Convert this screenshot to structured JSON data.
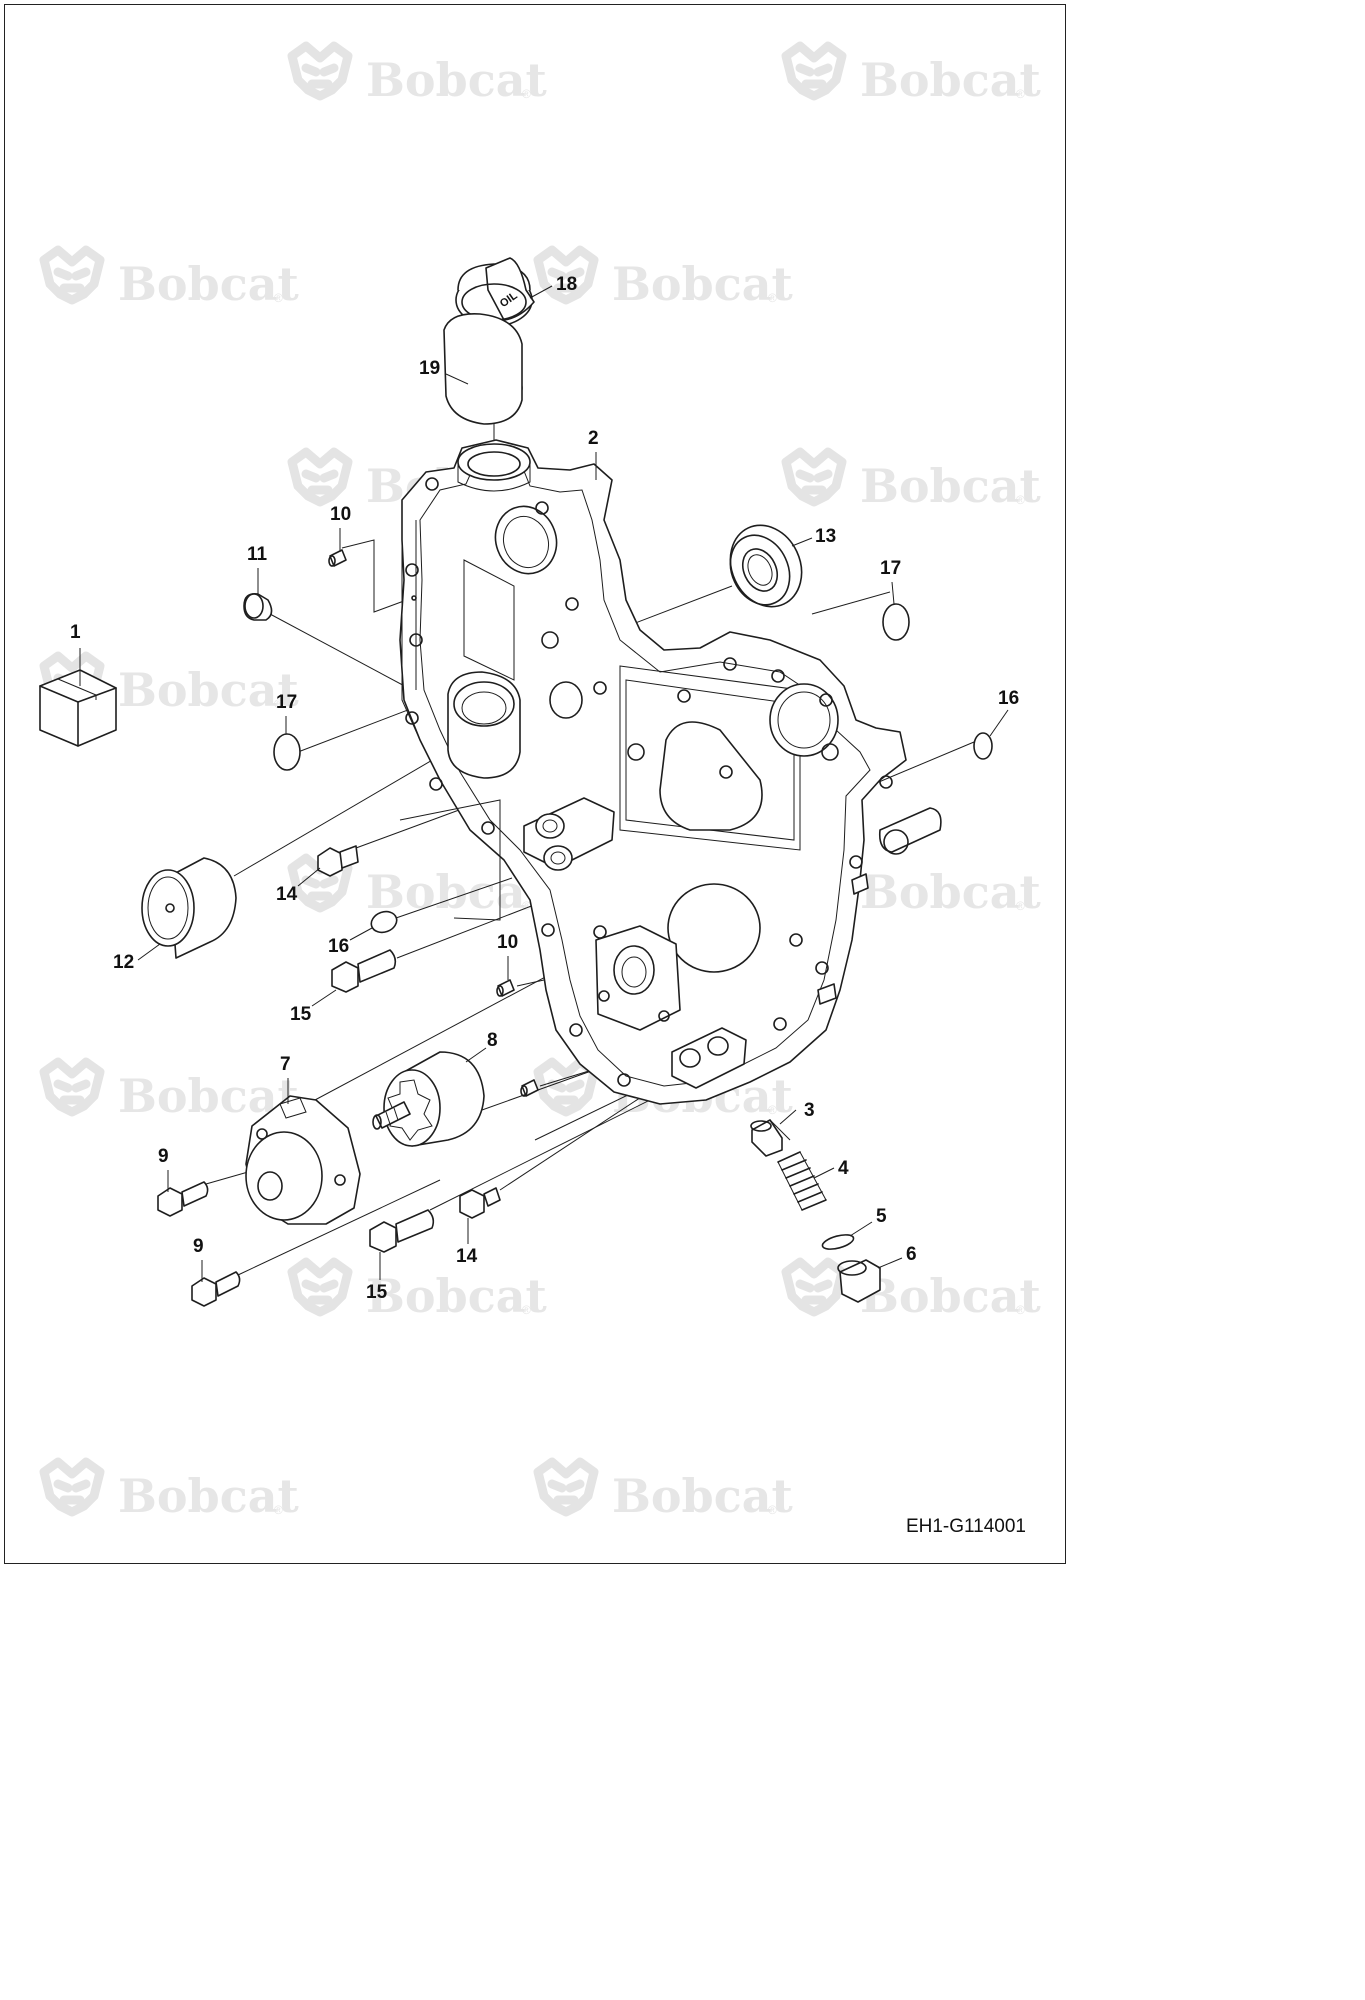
{
  "watermark": {
    "text": "Bobcat",
    "mark": "®"
  },
  "drawing_code": "EH1-G114001",
  "cap_text": "OIL",
  "callouts": [
    "1",
    "2",
    "3",
    "4",
    "5",
    "6",
    "7",
    "8",
    "9",
    "9",
    "10",
    "10",
    "11",
    "12",
    "13",
    "14",
    "14",
    "15",
    "15",
    "16",
    "16",
    "17",
    "17",
    "18",
    "19"
  ]
}
